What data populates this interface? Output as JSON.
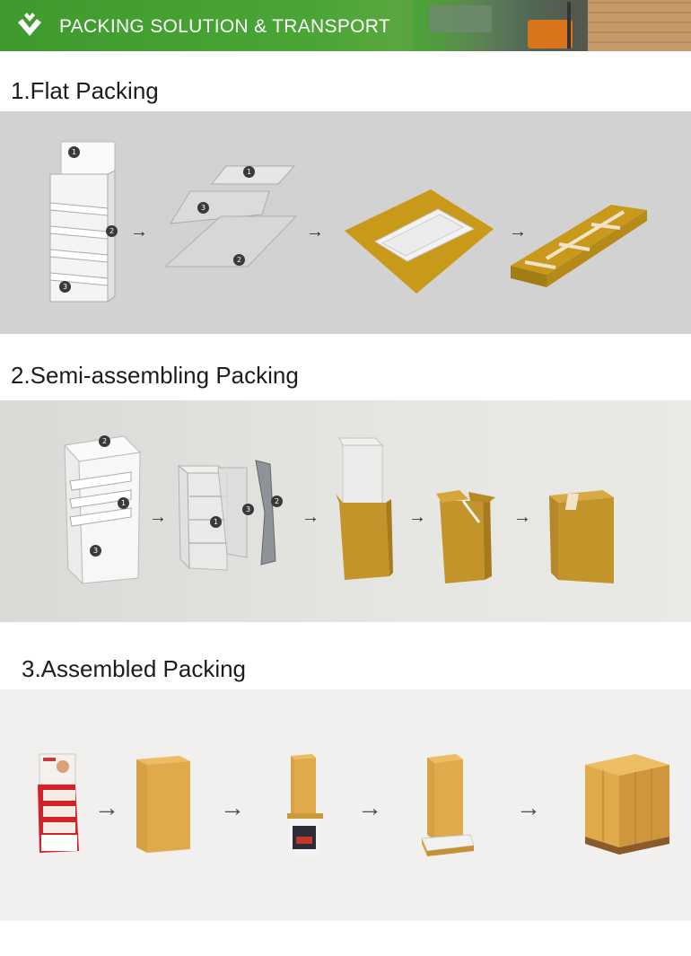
{
  "header": {
    "title": "PACKING SOLUTION & TRANSPORT",
    "accent_color": "#4aa536",
    "logo_icon": "leaf-check-icon"
  },
  "sections": [
    {
      "title": "1.Flat Packing",
      "badges": [
        "1",
        "2",
        "3",
        "1",
        "3",
        "2"
      ],
      "arrow": "→",
      "colors": {
        "cardboard": "#c99a1a",
        "panel_bg": "#d2d2d2"
      }
    },
    {
      "title": "2.Semi-assembling Packing",
      "badges": [
        "2",
        "1",
        "3",
        "1",
        "3",
        "2"
      ],
      "arrow": "→",
      "colors": {
        "cardboard": "#c3942a",
        "panel_bg": "#e3e3e0"
      }
    },
    {
      "title": "3.Assembled Packing",
      "arrow": "→",
      "colors": {
        "cardboard": "#e0aa4a",
        "display_red": "#d0242a",
        "panel_bg": "#f1f0ee"
      }
    }
  ]
}
